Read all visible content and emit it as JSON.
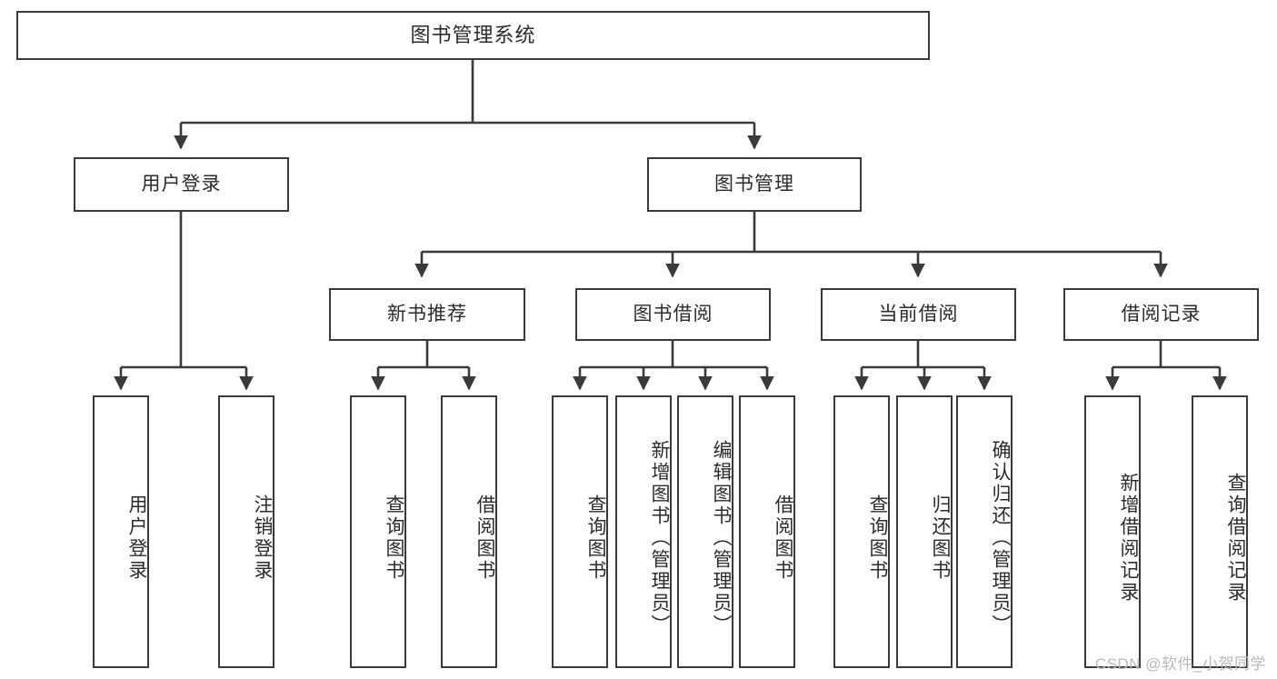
{
  "diagram": {
    "type": "tree",
    "title": "图书管理系统",
    "root": {
      "label": "图书管理系统"
    },
    "level2": [
      {
        "id": "user-login",
        "label": "用户登录"
      },
      {
        "id": "book-manage",
        "label": "图书管理"
      }
    ],
    "level3": [
      {
        "id": "new-book-rec",
        "label": "新书推荐"
      },
      {
        "id": "book-borrow",
        "label": "图书借阅"
      },
      {
        "id": "current-borrow",
        "label": "当前借阅"
      },
      {
        "id": "borrow-record",
        "label": "借阅记录"
      }
    ],
    "leaves": {
      "user_login": [
        {
          "id": "leaf-user-login",
          "label": "用户登录"
        },
        {
          "id": "leaf-logout",
          "label": "注销登录"
        }
      ],
      "new_book_rec": [
        {
          "id": "leaf-query-book-1",
          "label": "查询图书"
        },
        {
          "id": "leaf-borrow-book-1",
          "label": "借阅图书"
        }
      ],
      "book_borrow": [
        {
          "id": "leaf-query-book-2",
          "label": "查询图书"
        },
        {
          "id": "leaf-add-book",
          "label": "新增图书（管理员）"
        },
        {
          "id": "leaf-edit-book",
          "label": "编辑图书（管理员）"
        },
        {
          "id": "leaf-borrow-book-2",
          "label": "借阅图书"
        }
      ],
      "current_borrow": [
        {
          "id": "leaf-query-book-3",
          "label": "查询图书"
        },
        {
          "id": "leaf-return-book",
          "label": "归还图书"
        },
        {
          "id": "leaf-confirm-return",
          "label": "确认归还（管理员）"
        }
      ],
      "borrow_record": [
        {
          "id": "leaf-add-record",
          "label": "新增借阅记录"
        },
        {
          "id": "leaf-query-record",
          "label": "查询借阅记录"
        }
      ]
    },
    "colors": {
      "stroke": "#3a3a3a",
      "background": "#ffffff",
      "text": "#2b2b2b",
      "watermark": "#b9b9b9"
    }
  },
  "watermark": {
    "text": "CSDN @软件_小贺同学"
  }
}
